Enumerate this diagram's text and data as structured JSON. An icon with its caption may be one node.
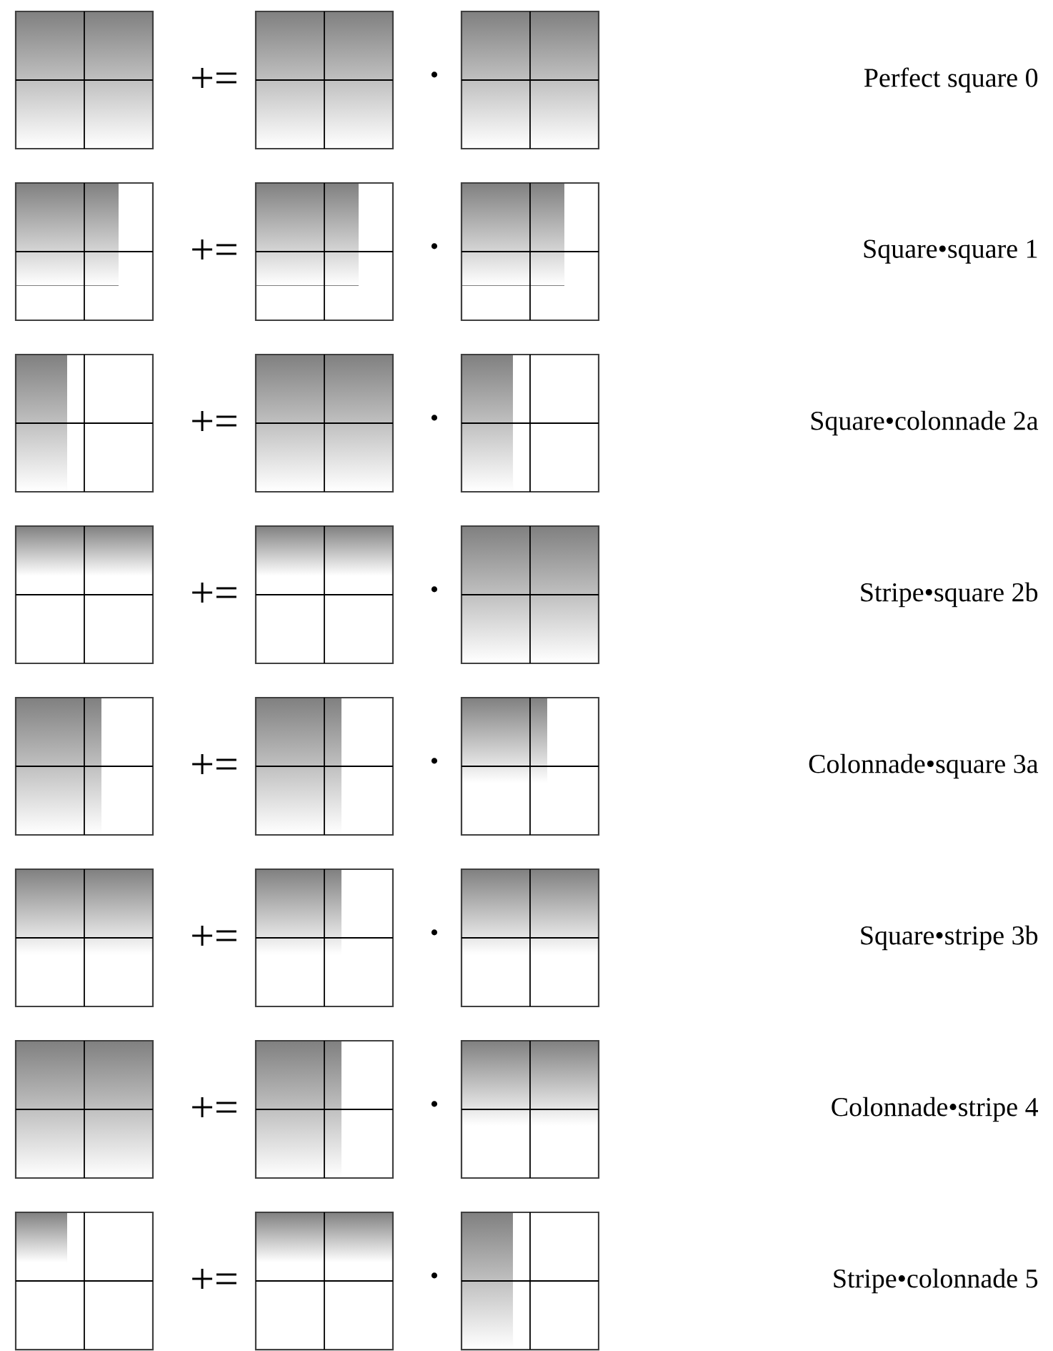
{
  "diagram": {
    "labels": [
      "+=",
      "•",
      "Perfect square 0",
      "+=",
      "•",
      "Square•square 1",
      "+=",
      "•",
      "Square•colonnade 2a",
      "+=",
      "•",
      "Stripe•square 2b",
      "+=",
      "•",
      "Colonnade•square 3a",
      "+=",
      "•",
      "Square•stripe 3b",
      "+=",
      "•",
      "Colonnade•stripe 4",
      "+=",
      "•",
      "Stripe•colonnade 5"
    ]
  }
}
